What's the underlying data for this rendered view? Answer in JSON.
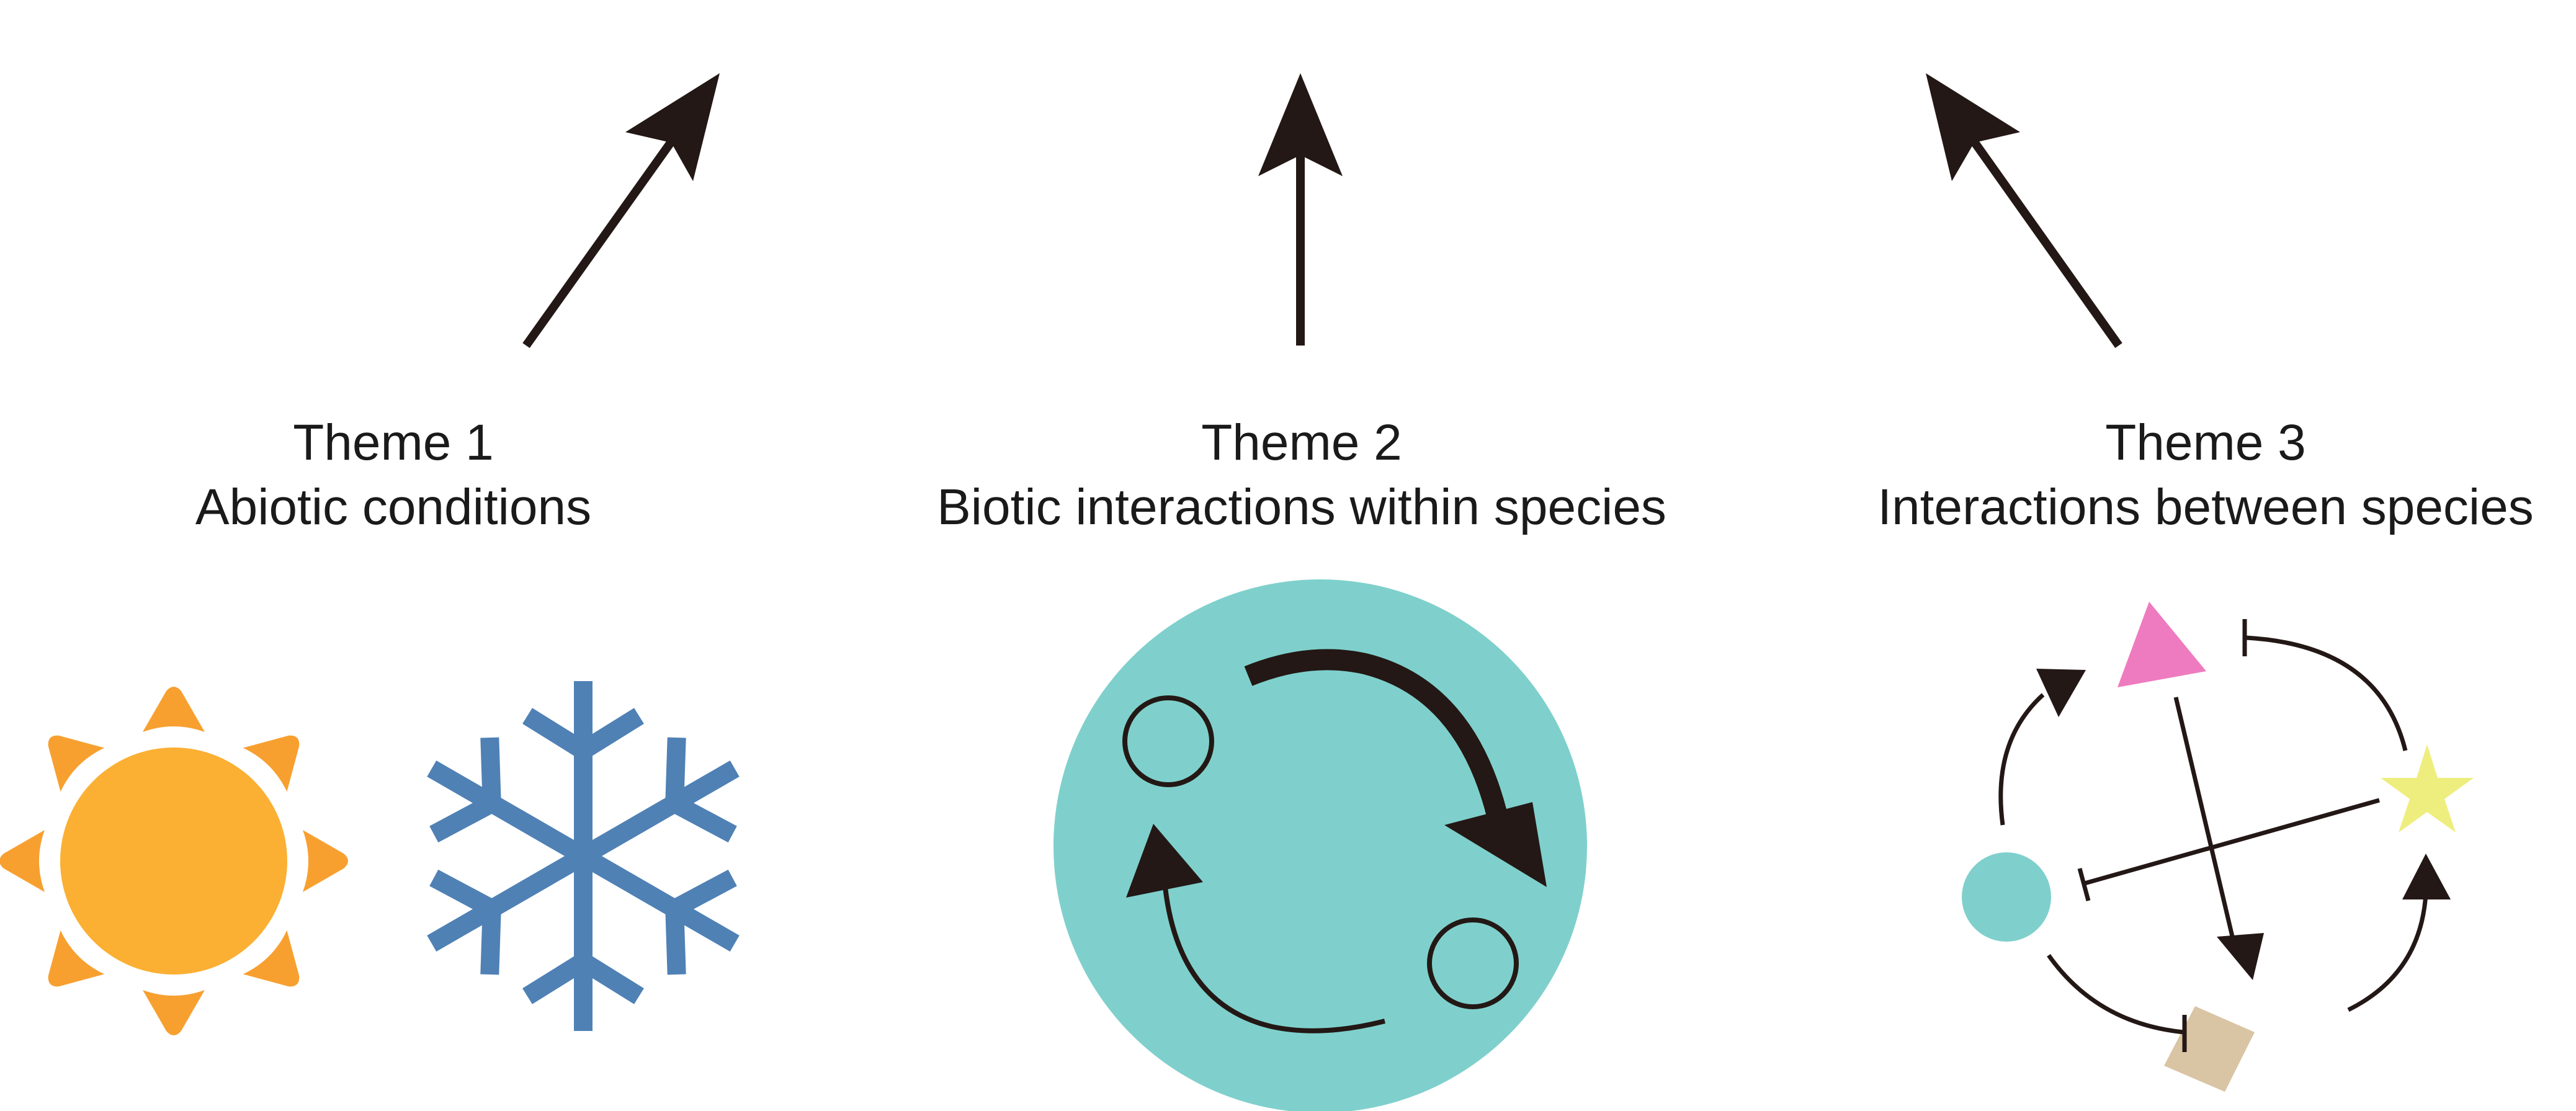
{
  "themes": [
    {
      "title": "Theme 1",
      "subtitle": "Abiotic conditions"
    },
    {
      "title": "Theme 2",
      "subtitle": "Biotic interactions within species"
    },
    {
      "title": "Theme 3",
      "subtitle": "Interactions between species"
    }
  ],
  "colors": {
    "ink": "#231815",
    "sun_core": "#FBB034",
    "sun_rays": "#F7A030",
    "snowflake": "#4F81B5",
    "teal": "#7FD0CC",
    "triangle": "#EE7BBF",
    "star": "#EEEE7F",
    "square": "#D9C4A4",
    "text": "#1a1a1a"
  },
  "icons": {
    "theme1": [
      "sun-icon",
      "snowflake-icon"
    ],
    "theme2": [
      "population-circle-icon"
    ],
    "theme3": [
      "species-network-icon"
    ]
  }
}
